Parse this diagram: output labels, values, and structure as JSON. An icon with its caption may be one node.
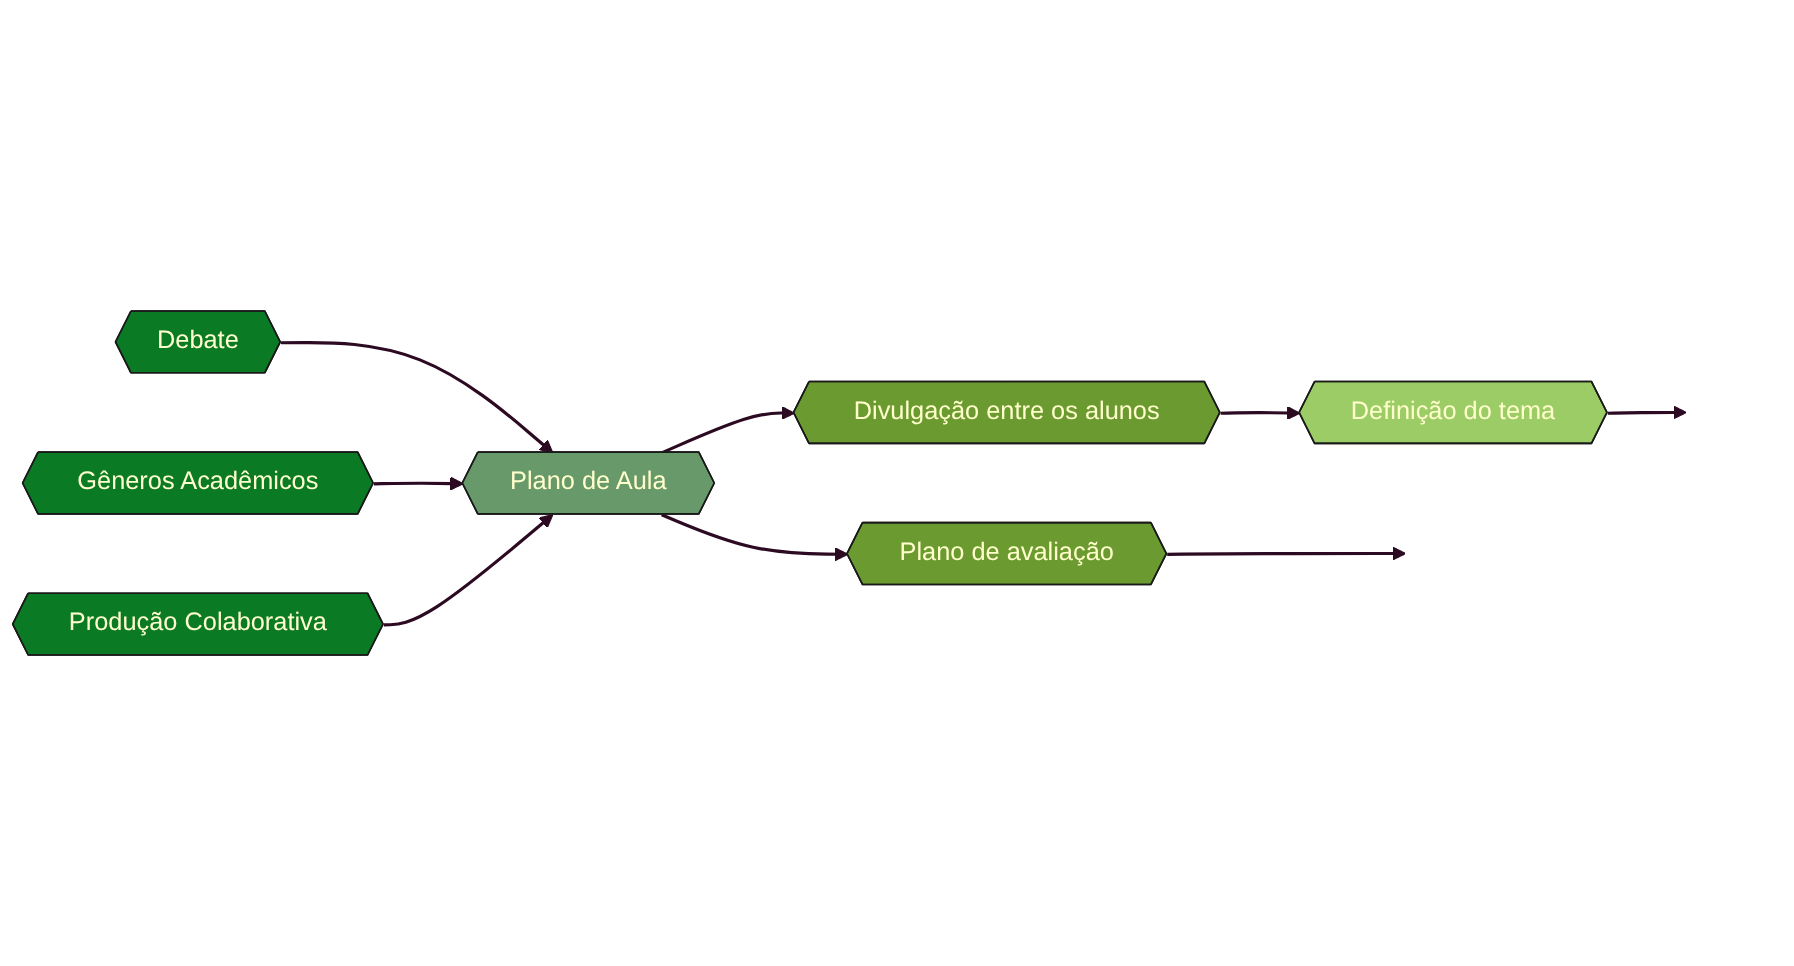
{
  "diagram": {
    "nodes": [
      {
        "text": [
          "Debate"
        ]
      },
      {
        "text": [
          "Gêneros Acadêmicos"
        ]
      },
      {
        "text": [
          "Produção Colaborativa"
        ]
      },
      {
        "text": [
          "Plano de Aula"
        ]
      },
      {
        "text": [
          "Divulgação entre os alunos"
        ]
      },
      {
        "text": [
          "Definição do tema"
        ]
      },
      {
        "text": [
          "Plano de avaliação"
        ]
      }
    ],
    "edges": [
      {
        "from": 0,
        "to": 3,
        "arrow": "to"
      },
      {
        "from": 1,
        "to": 3,
        "arrow": "to"
      },
      {
        "from": 2,
        "to": 3,
        "arrow": "to"
      },
      {
        "from": 3,
        "to": 4,
        "arrow": "to"
      },
      {
        "from": 4,
        "to": 5,
        "arrow": "to"
      },
      {
        "from": 3,
        "to": 6,
        "arrow": "to"
      },
      {
        "from": 5,
        "to": null,
        "arrow": "to"
      },
      {
        "from": 6,
        "to": null,
        "arrow": "to"
      }
    ]
  }
}
